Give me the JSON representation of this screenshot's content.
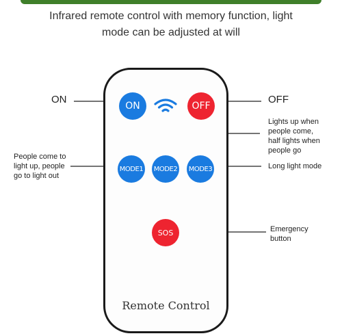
{
  "headline": {
    "line1": "Infrared remote control with memory function, light",
    "line2": "mode can be adjusted at will"
  },
  "remote": {
    "label": "Remote Control",
    "buttons": {
      "on": "ON",
      "off": "OFF",
      "mode1": "MODE1",
      "mode2": "MODE2",
      "mode3": "MODE3",
      "sos": "SOS"
    },
    "signal_icon": "wifi-signal-icon"
  },
  "callouts": {
    "on": "ON",
    "off": "OFF",
    "mode1": [
      "People come to",
      "light up, people",
      "go to light out"
    ],
    "mode2": [
      "Lights up when",
      "people come,",
      "half lights when",
      "people go"
    ],
    "mode3": "Long light mode",
    "sos": [
      "Emergency",
      "button"
    ]
  },
  "colors": {
    "blue_button": "#1a7be0",
    "red_button": "#ee2430",
    "header_band": "#3f7f2a"
  }
}
